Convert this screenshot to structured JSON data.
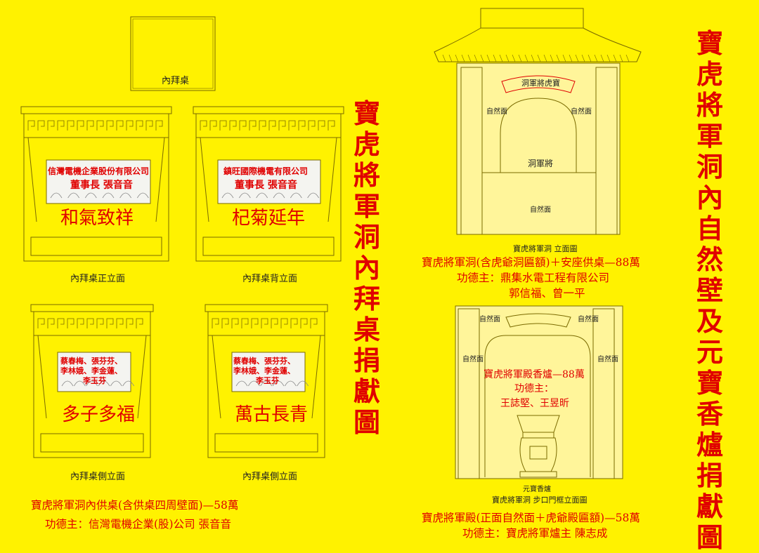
{
  "colors": {
    "background": "#fff200",
    "accent": "#e00000",
    "line": "#7a6a00"
  },
  "left": {
    "top_box_label": "內拜桌",
    "panels": [
      {
        "board_text": [
          "信灣電機企業股份有限公司",
          "董事長 張音音"
        ],
        "motto": "和氣致祥",
        "label": "內拜桌正立面"
      },
      {
        "board_text": [
          "鎮旺國際機電有限公司",
          "董事長 張音音"
        ],
        "motto": "杞菊延年",
        "label": "內拜桌背立面"
      },
      {
        "board_text": [
          "蔡春梅、張芬芬、",
          "李林娥、李金蓮、",
          "李玉芬"
        ],
        "motto": "多子多福",
        "label": "內拜桌側立面"
      },
      {
        "board_text": [
          "蔡春梅、張芬芬、",
          "李林娥、李金蓮、",
          "李玉芬"
        ],
        "motto": "萬古長青",
        "label": "內拜桌側立面"
      }
    ],
    "caption": [
      "寶虎將軍洞內供桌(含供桌四周壁面)—58萬",
      "功德主：信灣電機企業(股)公司 張音音"
    ],
    "vertical_title": "寶虎將軍洞內拜桌捐獻圖"
  },
  "right": {
    "elevation": {
      "plaque": "洞軍將虎寶",
      "natural_left": "自然面",
      "natural_right": "自然面",
      "arch_text": "洞軍將",
      "natural_bottom": "自然面",
      "title": "寶虎將軍洞 立面圖"
    },
    "caption1": [
      "寶虎將軍洞(含虎爺洞匾額)＋安座供桌—88萬",
      "功德主：鼎集水電工程有限公司",
      "郭信福、曾一平"
    ],
    "door": {
      "natural_tl": "自然面",
      "natural_tr": "自然面",
      "natural_ml": "自然面",
      "natural_mr": "自然面",
      "text": [
        "寶虎將軍殿香爐—88萬",
        "功德主：",
        "王誌堅、王昱昕"
      ],
      "censer_label": "元寶香爐",
      "title": "寶虎將軍洞 步口門框立面圖"
    },
    "caption2": [
      "寶虎將軍殿(正面自然面＋虎爺殿匾額)—58萬",
      "功德主：寶虎將軍爐主 陳志成"
    ],
    "vertical_title": "寶虎將軍洞內自然壁及元寶香爐捐獻圖"
  }
}
